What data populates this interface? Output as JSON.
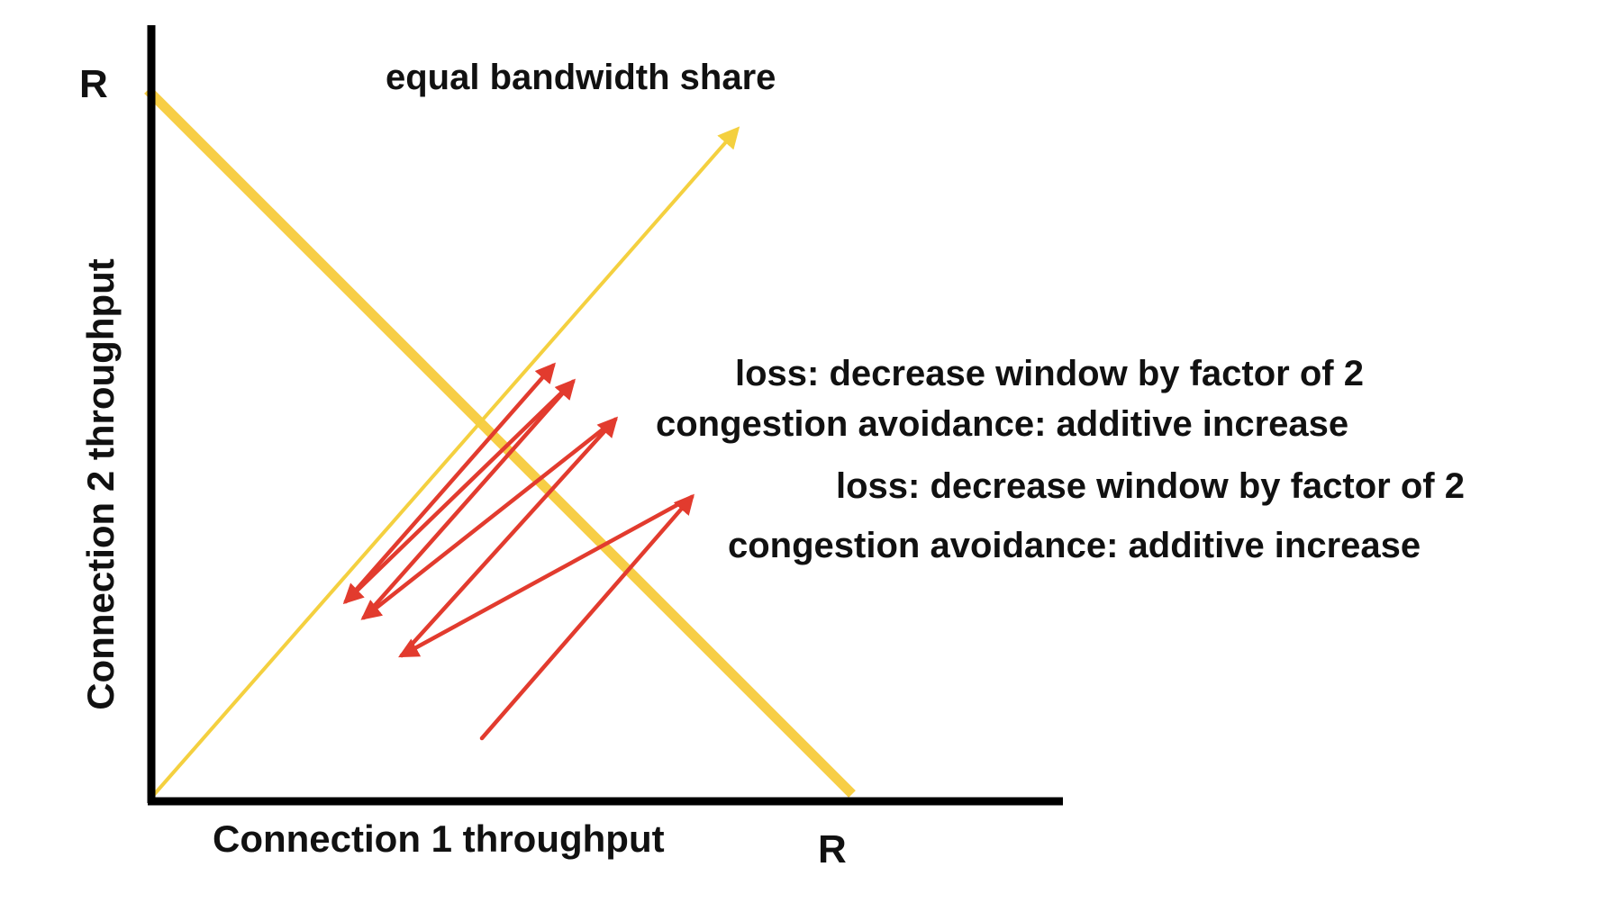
{
  "axes": {
    "y_title": "Connection 2 throughput",
    "x_title": "Connection 1 throughput",
    "y_max_label": "R",
    "x_max_label": "R"
  },
  "equal_share": {
    "label": "equal bandwidth share"
  },
  "annotations": [
    "loss: decrease window by factor of 2",
    "congestion avoidance: additive increase",
    "loss: decrease window by factor of 2",
    "congestion avoidance: additive increase"
  ],
  "colors": {
    "axis": "#000000",
    "capacity_line": "#F7CE46",
    "equal_share_line": "#F4D03F",
    "trajectory": "#E23B2E",
    "text": "#111111"
  }
}
